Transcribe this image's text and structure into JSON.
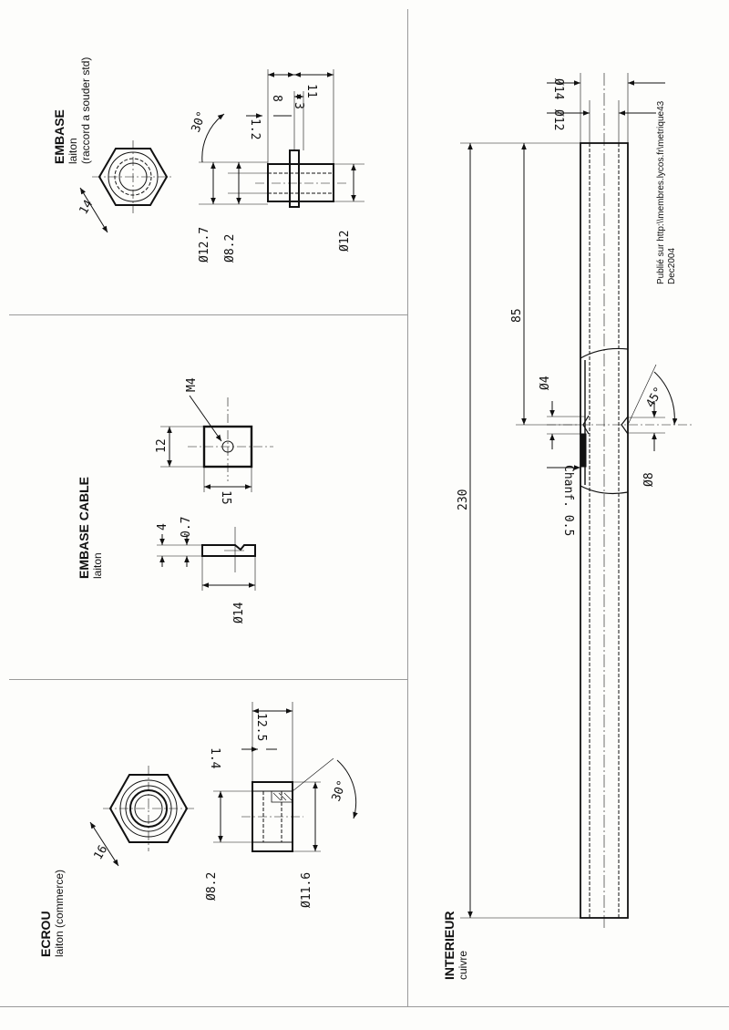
{
  "credit": {
    "published": "Publié sur http:\\\\membres.lycos.fr\\metrique43",
    "date": "Dec2004"
  },
  "parts": {
    "embase": {
      "title": "EMBASE",
      "material": "laiton",
      "note": "(raccord a souder std)",
      "dims": {
        "hex": "14",
        "d127": "Ø12.7",
        "d82": "Ø8.2",
        "d12": "Ø12",
        "l8": "8",
        "l11": "11",
        "l3": "3",
        "l12": "1.2",
        "angle": "30°"
      }
    },
    "embase_cable": {
      "title": "EMBASE CABLE",
      "material": "laiton",
      "dims": {
        "t4": "4",
        "t07": "0.7",
        "d14": "Ø14",
        "m4": "M4",
        "w12": "12",
        "w15": "15"
      }
    },
    "ecrou": {
      "title": "ECROU",
      "material": "laiton (commerce)",
      "dims": {
        "hex": "16",
        "d82": "Ø8.2",
        "d116": "Ø11.6",
        "l125": "12.5",
        "l14": "1.4",
        "angle": "30°"
      }
    },
    "interieur": {
      "title": "INTERIEUR",
      "material": "cuivre",
      "dims": {
        "d14": "Ø14",
        "d12": "Ø12",
        "l85": "85",
        "d4": "Ø4",
        "angle": "45°",
        "chanf": "Chanf. 0.5",
        "d8": "Ø8",
        "l230": "230"
      }
    }
  }
}
